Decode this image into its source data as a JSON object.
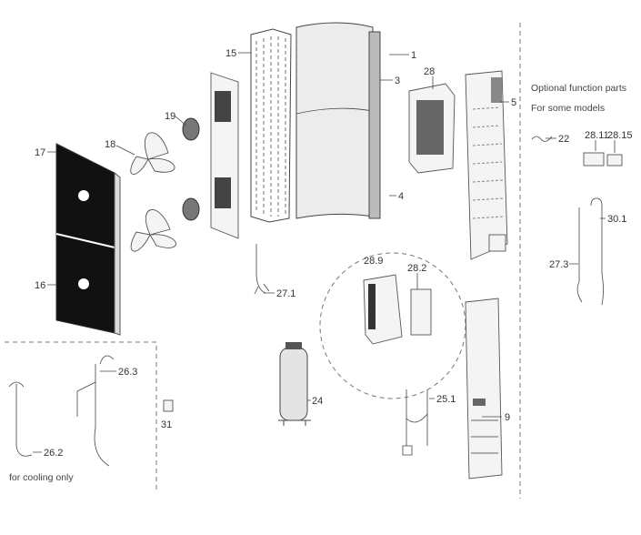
{
  "labels": {
    "p1": "1",
    "p3": "3",
    "p28": "28",
    "p5": "5",
    "p15": "15",
    "p19": "19",
    "p18": "18",
    "p17": "17",
    "p16": "16",
    "p4": "4",
    "p27_1": "27.1",
    "p28_9": "28.9",
    "p28_2": "28.2",
    "p24": "24",
    "p25_1": "25.1",
    "p9": "9",
    "p26_3": "26.3",
    "p26_2": "26.2",
    "p31": "31",
    "p22": "22",
    "p28_11": "28.11",
    "p28_15": "28.15",
    "p30_1": "30.1",
    "p27_3": "27.3"
  },
  "notes": {
    "cooling_only": "for cooling only",
    "optional_title": "Optional function parts",
    "optional_sub": "For some models"
  }
}
